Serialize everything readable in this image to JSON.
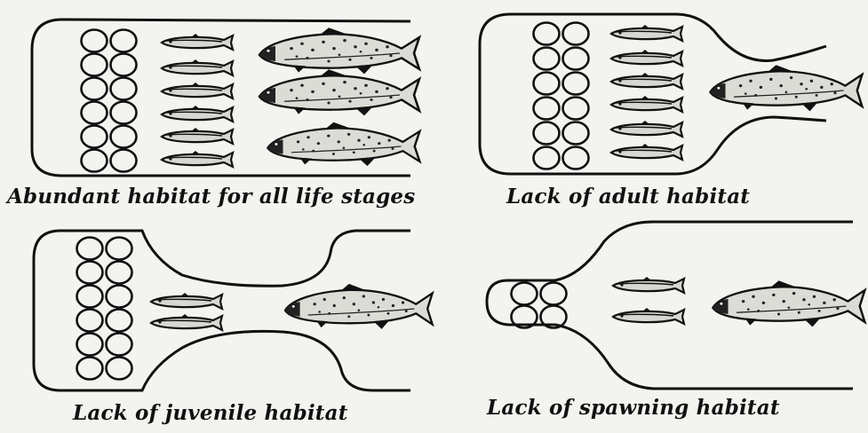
{
  "panels": [
    {
      "id": "abundant",
      "caption": "Abundant habitat for all life stages",
      "eggs": 12,
      "juveniles": 6,
      "adults": 3
    },
    {
      "id": "adult",
      "caption": "Lack of adult habitat",
      "eggs": 12,
      "juveniles": 6,
      "adults": 1
    },
    {
      "id": "juvenile",
      "caption": "Lack of juvenile habitat",
      "eggs": 12,
      "juveniles": 2,
      "adults": 1
    },
    {
      "id": "spawning",
      "caption": "Lack of spawning habitat",
      "eggs": 4,
      "juveniles": 2,
      "adults": 1
    }
  ],
  "icons": {
    "egg": "egg-icon",
    "juvenile_fish": "juvenile-fish-icon",
    "adult_fish": "adult-fish-icon"
  },
  "colors": {
    "ink": "#111111",
    "fish_body": "#d9d9d4",
    "background": "#f3f3f0"
  }
}
